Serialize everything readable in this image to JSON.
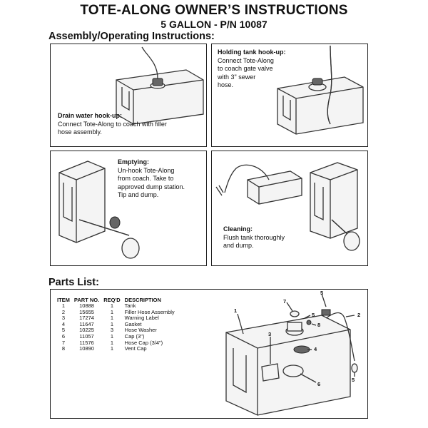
{
  "header": {
    "title": "TOTE-ALONG OWNER’S INSTRUCTIONS",
    "subtitle": "5 GALLON - P/N 10087"
  },
  "assembly": {
    "heading": "Assembly/Operating Instructions:",
    "drain": {
      "title": "Drain water hook-up:",
      "line1": "Connect Tote-Along to coach with filler",
      "line2": "hose assembly."
    },
    "holding": {
      "title": "Holding tank hook-up:",
      "line1": "Connect Tote-Along",
      "line2": "to coach gate valve",
      "line3": "with 3\" sewer",
      "line4": "hose."
    },
    "emptying": {
      "title": "Emptying:",
      "line1": "Un-hook Tote-Along",
      "line2": "from coach.  Take to",
      "line3": "approved dump station.",
      "line4": "Tip and dump."
    },
    "cleaning": {
      "title": "Cleaning:",
      "line1": "Flush tank thoroughly",
      "line2": "and dump."
    }
  },
  "parts": {
    "heading": "Parts List:",
    "columns": [
      "ITEM",
      "PART NO.",
      "REQ'D",
      "DESCRIPTION"
    ],
    "rows": [
      [
        "1",
        "10888",
        "1",
        "Tank"
      ],
      [
        "2",
        "15655",
        "1",
        "Filler Hose Assembly"
      ],
      [
        "3",
        "17274",
        "1",
        "Warning Label"
      ],
      [
        "4",
        "11647",
        "1",
        "Gasket"
      ],
      [
        "5",
        "10225",
        "3",
        "Hose Washer"
      ],
      [
        "6",
        "11057",
        "1",
        "Cap (3\")"
      ],
      [
        "7",
        "11576",
        "1",
        "Hose Cap (3/4\")"
      ],
      [
        "8",
        "10890",
        "1",
        "Vent Cap"
      ]
    ],
    "callouts": [
      "1",
      "2",
      "3",
      "4",
      "5",
      "5",
      "5",
      "6",
      "7",
      "8"
    ]
  }
}
